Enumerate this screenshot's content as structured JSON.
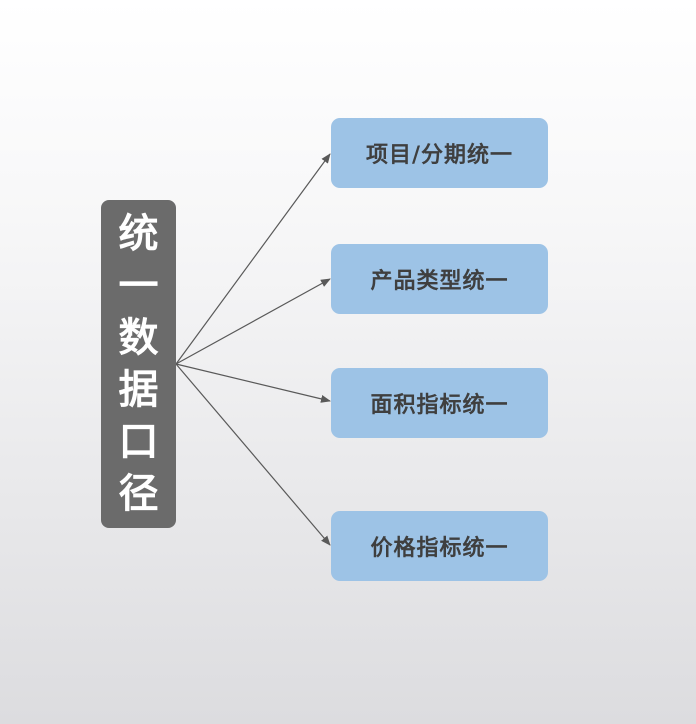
{
  "root": {
    "characters": [
      "统",
      "一",
      "数",
      "据",
      "口",
      "径"
    ]
  },
  "branches": [
    {
      "label": "项目/分期统一"
    },
    {
      "label": "产品类型统一"
    },
    {
      "label": "面积指标统一"
    },
    {
      "label": "价格指标统一"
    }
  ],
  "colors": {
    "root_fill": "#6b6b6b",
    "root_text": "#ffffff",
    "branch_fill": "#9dc3e6",
    "branch_text": "#3f3f3f",
    "connector": "#595959"
  }
}
